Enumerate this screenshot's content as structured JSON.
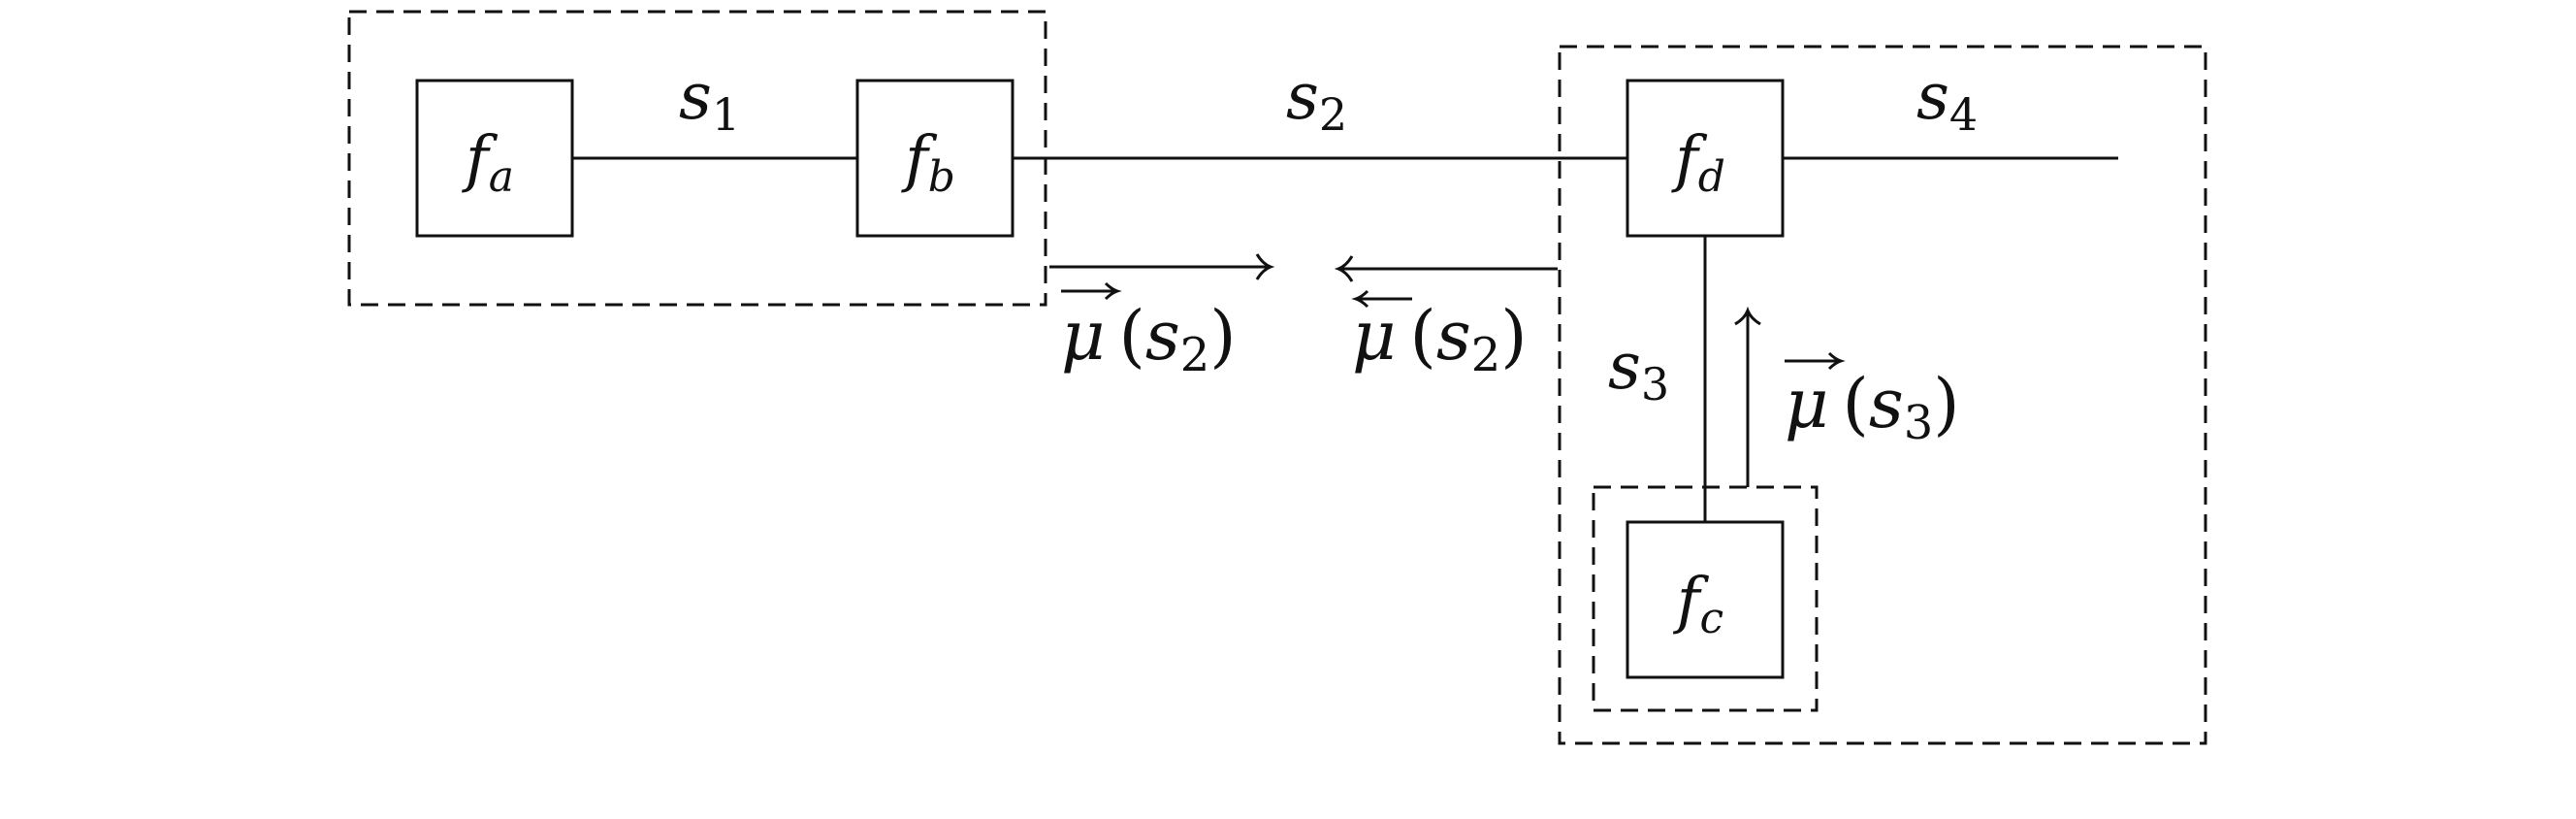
{
  "factors": {
    "fa": {
      "base": "f",
      "sub": "a"
    },
    "fb": {
      "base": "f",
      "sub": "b"
    },
    "fc": {
      "base": "f",
      "sub": "c"
    },
    "fd": {
      "base": "f",
      "sub": "d"
    }
  },
  "edges": {
    "s1": {
      "base": "s",
      "sub": "1"
    },
    "s2": {
      "base": "s",
      "sub": "2"
    },
    "s3": {
      "base": "s",
      "sub": "3"
    },
    "s4": {
      "base": "s",
      "sub": "4"
    }
  },
  "messages": {
    "m_forward_s2": {
      "symbol": "μ",
      "open": "(",
      "base": "s",
      "sub": "2",
      "close": ")"
    },
    "m_backward_s2": {
      "symbol": "μ",
      "open": "(",
      "base": "s",
      "sub": "2",
      "close": ")"
    },
    "m_forward_s3": {
      "symbol": "μ",
      "open": "(",
      "base": "s",
      "sub": "3",
      "close": ")"
    }
  }
}
